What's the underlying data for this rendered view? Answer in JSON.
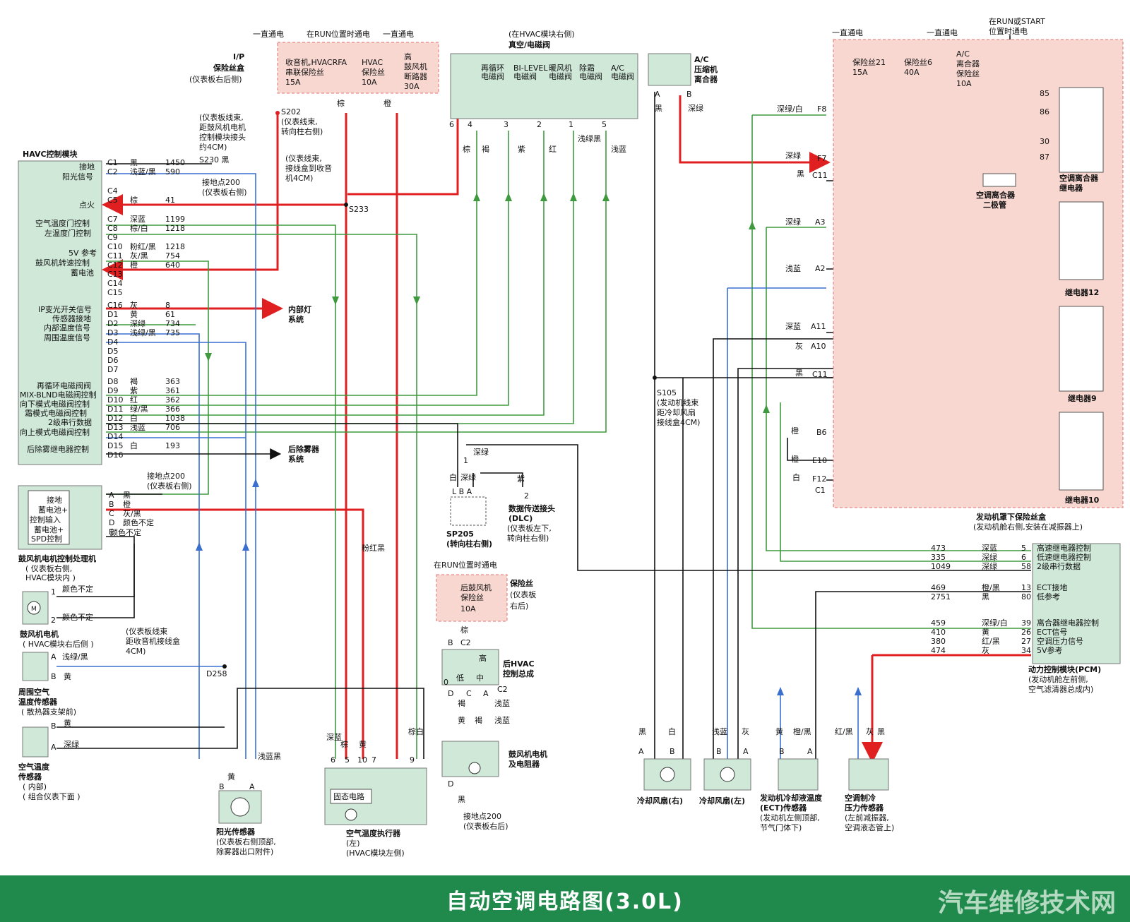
{
  "title": "自动空调电路图(3.0L)",
  "watermark": "汽车维修技术网",
  "colors": {
    "red": "#e02020",
    "green": "#3f9a3f",
    "blue": "#3a6fd0",
    "black": "#111111",
    "box_green": "#cfe8d8",
    "box_pink": "#f8d7d0",
    "footer": "#1f8a4c"
  },
  "top_power": {
    "always1": "一直通电",
    "run": "在RUN位置时通电",
    "always2": "一直通电",
    "ip_fuse_title": "I/P",
    "ip_fuse_title2": "保险丝盒",
    "ip_fuse_loc": "(仪表板右后侧)",
    "fuse1_a": "收音机,HVACRFA",
    "fuse1_b": "串联保险丝",
    "fuse1_c": "15A",
    "fuse2_a": "HVAC",
    "fuse2_b": "保险丝",
    "fuse2_c": "10A",
    "fuse3_a": "高",
    "fuse3_b": "鼓风机",
    "fuse3_c": "断路器",
    "fuse3_d": "30A",
    "wire_brown": "棕",
    "wire_orange": "橙"
  },
  "splices": {
    "s202": "S202",
    "s202_a": "(仪表线束,",
    "s202_b": "转向柱右侧)",
    "s230_a": "(仪表板线束,",
    "s230_b": "距鼓风机电机",
    "s230_c": "控制模块接头",
    "s230_d": "约4CM)",
    "s230": "S230 黑",
    "g200a": "接地点200",
    "g200a_b": "(仪表板右侧)",
    "s233_a": "(仪表线束,",
    "s233_b": "接线盒到收音",
    "s233_c": "机4CM)",
    "s233": "S233"
  },
  "vacuum": {
    "loc": "(在HVAC模块右侧)",
    "title": "真空/电磁阀",
    "v1a": "再循环",
    "v1b": "电磁阀",
    "v2a": "BI-LEVEL",
    "v2b": "电磁阀",
    "v3a": "暖风机",
    "v3b": "电磁阀",
    "v4a": "除霜",
    "v4b": "电磁阀",
    "v5a": "A/C",
    "v5b": "电磁阀",
    "pins": [
      "6",
      "4",
      "3",
      "2",
      "1",
      "5"
    ],
    "wires": [
      "棕",
      "褐",
      "紫",
      "红",
      "浅绿黑",
      "浅蓝"
    ]
  },
  "ac_clutch": {
    "t1": "A/C",
    "t2": "压缩机",
    "t3": "离合器",
    "pa": "A",
    "pb": "B",
    "wa": "黑",
    "wb": "深绿"
  },
  "havc": {
    "title": "HAVC控制模块",
    "labels": [
      "接地",
      "阳光信号",
      "点火",
      "空气温度门控制",
      "左温度门控制",
      "5V 参考",
      "鼓风机转速控制",
      "蓄电池",
      "IP变光开关信号",
      "传感器接地",
      "内部温度信号",
      "周围温度信号",
      "再循环电磁阀阀",
      "MIX-BLND电磁阀控制",
      "向下模式电磁阀控制",
      "霜模式电磁阀控制",
      "2级串行数据",
      "向上模式电磁阀控制",
      "后除雾继电器控制"
    ],
    "pins": [
      "C1",
      "C2",
      "C4",
      "C5",
      "C7",
      "C8",
      "C9",
      "C10",
      "C11",
      "C12",
      "C13",
      "C14",
      "C15",
      "C16",
      "D1",
      "D2",
      "D3",
      "D4",
      "D5",
      "D6",
      "D7",
      "D8",
      "D9",
      "D10",
      "D11",
      "D12",
      "D13",
      "D14",
      "D15",
      "D16"
    ],
    "wires": [
      {
        "pin": "C1",
        "color": "黑",
        "num": "1450"
      },
      {
        "pin": "C2",
        "color": "浅蓝/黑",
        "num": "590"
      },
      {
        "pin": "C5",
        "color": "棕",
        "num": "41"
      },
      {
        "pin": "C7",
        "color": "深蓝",
        "num": "1199"
      },
      {
        "pin": "C8",
        "color": "棕/白",
        "num": "1218"
      },
      {
        "pin": "C10",
        "color": "粉红/黑",
        "num": "1218"
      },
      {
        "pin": "C11",
        "color": "灰/黑",
        "num": "754"
      },
      {
        "pin": "C12",
        "color": "橙",
        "num": "640"
      },
      {
        "pin": "C16",
        "color": "灰",
        "num": "8"
      },
      {
        "pin": "D1",
        "color": "黄",
        "num": "61"
      },
      {
        "pin": "D2",
        "color": "深绿",
        "num": "734"
      },
      {
        "pin": "D3",
        "color": "浅绿/黑",
        "num": "735"
      },
      {
        "pin": "D8",
        "color": "褐",
        "num": "363"
      },
      {
        "pin": "D9",
        "color": "紫",
        "num": "361"
      },
      {
        "pin": "D10",
        "color": "红",
        "num": "362"
      },
      {
        "pin": "D11",
        "color": "绿/黑",
        "num": "366"
      },
      {
        "pin": "D12",
        "color": "白",
        "num": "1038"
      },
      {
        "pin": "D13",
        "color": "浅蓝",
        "num": "706"
      },
      {
        "pin": "D15",
        "color": "白",
        "num": "193"
      }
    ]
  },
  "outputs": {
    "interior_a": "内部灯",
    "interior_b": "系统",
    "defog_a": "后除雾器",
    "defog_b": "系统"
  },
  "blower_ctrl": {
    "labels": [
      "接地",
      "蓄电池+",
      "控制输入",
      "蓄电池+",
      "SPD控制"
    ],
    "pins": [
      "A",
      "B",
      "C",
      "D",
      "E"
    ],
    "wires": [
      "黑",
      "橙",
      "灰/黑",
      "颜色不定",
      "颜色不定"
    ],
    "g200": "接地点200",
    "g200_b": "(仪表板右侧)",
    "title": "鼓风机电机控制处理机",
    "loc_a": "( 仪表板右侧,",
    "loc_b": "HVAC模块内 )"
  },
  "blower_motor": {
    "p1": "1",
    "p2": "2",
    "w1": "颜色不定",
    "w2": "颜色不定",
    "title": "鼓风机电机",
    "loc": "( HVAC模块右后侧 )"
  },
  "ambient": {
    "pa": "A",
    "pb": "B",
    "wa": "浅绿/黑",
    "wb": "黄",
    "t1": "周围空气",
    "t2": "温度传感器",
    "loc": "( 散热器支架前)"
  },
  "d258": {
    "a": "(仪表板线束",
    "b": "距收音机接线盒",
    "c": "4CM)",
    "name": "D258"
  },
  "inside": {
    "pb": "B",
    "pa": "A",
    "wb": "黄",
    "wa": "深绿",
    "t1": "空气温度",
    "t2": "传感器",
    "loc_a": "( 内部)",
    "loc_b": "( 组合仪表下面 )"
  },
  "sun": {
    "pb": "B",
    "pa": "A",
    "wb": "黄",
    "wa": "浅蓝黑",
    "t": "阳光传感器",
    "loc_a": "(仪表板右侧顶部,",
    "loc_b": "除雾器出口附件)"
  },
  "actuator": {
    "pins": [
      "6",
      "5",
      "10",
      "7",
      "9"
    ],
    "wires": [
      "深蓝",
      "棕",
      "黄",
      "粉红黑",
      "棕白"
    ],
    "inner": "固态电路",
    "t": "空气温度执行器",
    "loc_a": "(左)",
    "loc_b": "(HVAC模块左侧)"
  },
  "dlc": {
    "green": "深绿",
    "pins": [
      "1",
      "2"
    ],
    "left_w": "白",
    "left_w2": "深绿",
    "purple": "紫",
    "conn": "L B A",
    "sp205": "SP205",
    "sp205_b": "(转向柱右侧)",
    "t": "数据传送接头",
    "t2": "(DLC)",
    "loc_a": "(仪表板左下,",
    "loc_b": "转向柱右侧)"
  },
  "rear": {
    "run": "在RUN位置时通电",
    "fuse_a": "后鼓风机",
    "fuse_b": "保险丝",
    "fuse_c": "10A",
    "fuse_t": "保险丝",
    "fuse_loc_a": "(仪表板",
    "fuse_loc_b": "右后)",
    "brown": "棕",
    "c2": "C2",
    "b": "B",
    "high": "高",
    "low": "低",
    "mid": "中",
    "zero": "0",
    "t": "后HVAC",
    "t2": "控制总成",
    "pins": [
      "D",
      "C",
      "A"
    ],
    "w": [
      "黄",
      "褐",
      "浅蓝"
    ],
    "c2b": "C2",
    "motor_t": "鼓风机电机",
    "motor_t2": "及电阻器",
    "d": "D",
    "blk": "黑",
    "g": "接地点200",
    "g2": "(仪表板右后)"
  },
  "s105": {
    "n": "S105",
    "a": "(发动机线束",
    "b": "距冷却风扇",
    "c": "接线盒4CM)"
  },
  "fans": [
    {
      "wa": "黑",
      "wb": "白",
      "pa": "A",
      "pb": "B",
      "t": "冷却风扇(右)"
    },
    {
      "wa": "浅蓝",
      "wb": "灰",
      "pa": "B",
      "pb": "A",
      "t": "冷却风扇(左)"
    }
  ],
  "ect": {
    "wa": "黄",
    "wb": "橙/黑",
    "pa": "B",
    "pb": "A",
    "t": "发动机冷却液温度",
    "t2": "(ECT)传感器",
    "loc_a": "(发动机左侧顶部,",
    "loc_b": "节气门体下)"
  },
  "pressure": {
    "wa": "红/黑",
    "wb": "灰",
    "wc": "黑",
    "t": "空调制冷",
    "t2": "压力传感器",
    "loc_a": "(左前减振器,",
    "loc_b": "空调液态管上)"
  },
  "underhood": {
    "always1": "一直通电",
    "always2": "一直通电",
    "run_start": "在RUN或START",
    "run_start2": "位置时通电",
    "f21a": "保险丝21",
    "f21b": "15A",
    "f6a": "保险丝6",
    "f6b": "40A",
    "fac_a": "A/C",
    "fac_b": "离合器",
    "fac_c": "保险丝",
    "fac_d": "10A",
    "pins": [
      "F8",
      "F7",
      "C11",
      "A3",
      "A2",
      "A11",
      "A10",
      "C11",
      "B6",
      "E10",
      "F12",
      "C1"
    ],
    "wires": [
      "深绿/白",
      "深绿",
      "黑",
      "深绿",
      "浅蓝",
      "深蓝",
      "灰",
      "黑",
      "橙",
      "橙",
      "白"
    ],
    "relay_pins": [
      "85",
      "86",
      "30",
      "87"
    ],
    "r1": "空调离合器",
    "r1b": "继电器",
    "diode": "空调离合器",
    "diode2": "二极管",
    "r12": "继电器12",
    "r9": "继电器9",
    "r10": "继电器10",
    "t": "发动机罩下保险丝盒",
    "loc": "(发动机舱右侧,安装在减振器上)"
  },
  "pcm": {
    "rows": [
      {
        "num": "473",
        "color": "深蓝",
        "pin": "5",
        "label": "高速继电器控制"
      },
      {
        "num": "335",
        "color": "深绿",
        "pin": "6",
        "label": "低速继电器控制"
      },
      {
        "num": "1049",
        "color": "深绿",
        "pin": "58",
        "label": "2级串行数据"
      },
      {
        "num": "469",
        "color": "橙/黑",
        "pin": "13",
        "label": "ECT接地"
      },
      {
        "num": "2751",
        "color": "黑",
        "pin": "80",
        "label": "低参考"
      },
      {
        "num": "459",
        "color": "深绿/白",
        "pin": "39",
        "label": "离合器继电器控制"
      },
      {
        "num": "410",
        "color": "黄",
        "pin": "26",
        "label": "ECT信号"
      },
      {
        "num": "380",
        "color": "红/黑",
        "pin": "27",
        "label": "空调压力信号"
      },
      {
        "num": "474",
        "color": "灰",
        "pin": "34",
        "label": "5V参考"
      }
    ],
    "t": "动力控制模块(PCM)",
    "loc_a": "(发动机舱左前侧,",
    "loc_b": "空气滤清器总成内)"
  }
}
